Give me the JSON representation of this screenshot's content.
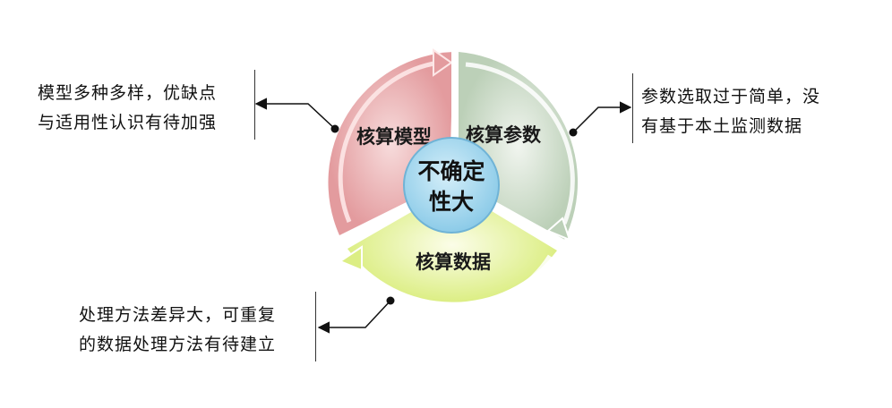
{
  "segments": {
    "model": {
      "label": "核算模型",
      "color": "#e7a4a6"
    },
    "params": {
      "label": "核算参数",
      "color": "#c9d9c6"
    },
    "data": {
      "label": "核算数据",
      "color": "#e6f2a0"
    }
  },
  "center": {
    "line1": "不确定",
    "line2": "性大",
    "color": "#a9d8ee"
  },
  "notes": {
    "left_top": {
      "line1": "模型多种多样，优缺点",
      "line2": "与适用性认识有待加强"
    },
    "right_top": {
      "line1": "参数选取过于简单，没",
      "line2": "有基于本土监测数据"
    },
    "left_bottom": {
      "line1": "处理方法差异大，可重复",
      "line2": "的数据处理方法有待建立"
    }
  }
}
